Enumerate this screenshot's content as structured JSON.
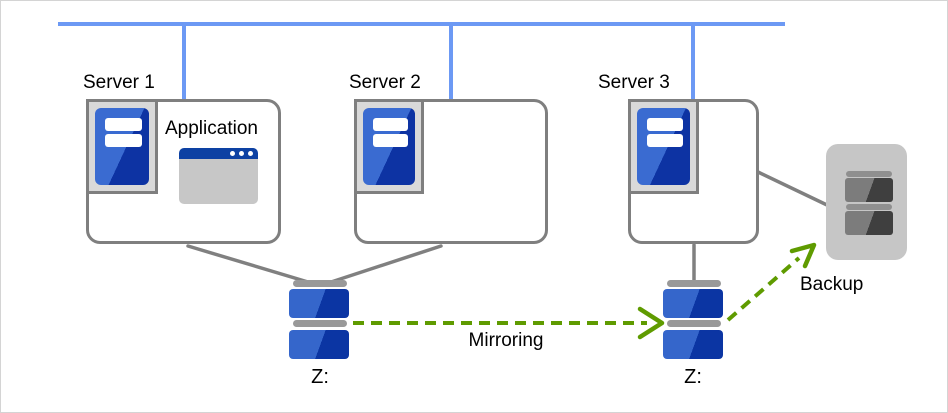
{
  "diagram": {
    "servers": [
      {
        "label": "Server 1",
        "application": "Application"
      },
      {
        "label": "Server 2"
      },
      {
        "label": "Server 3"
      }
    ],
    "drives": [
      {
        "label": "Z:"
      },
      {
        "label": "Z:"
      }
    ],
    "mirroring": {
      "label": "Mirroring"
    },
    "backup": {
      "label": "Backup"
    }
  },
  "colors": {
    "canvas_border": "#d4d4d4",
    "network": "#6c99f4",
    "connector": "#808080",
    "box_border": "#7f7f7f",
    "panel_fill": "#d9d9d9",
    "server_blue_light": "#3a6bd1",
    "server_blue_dark": "#0d33a3",
    "disk_blue_light": "#3566cb",
    "disk_blue_dark": "#0b35a3",
    "disk_cap": "#999999",
    "window_title": "#0d41a3",
    "window_body": "#c7c7c7",
    "mirror_green": "#5f9b00",
    "backup_fill": "#c6c6c6",
    "backup_disk_light": "#7c7c7c",
    "backup_disk_dark": "#3f3f3f",
    "backup_disk_cap": "#8f8f8f",
    "text": "#000000"
  }
}
